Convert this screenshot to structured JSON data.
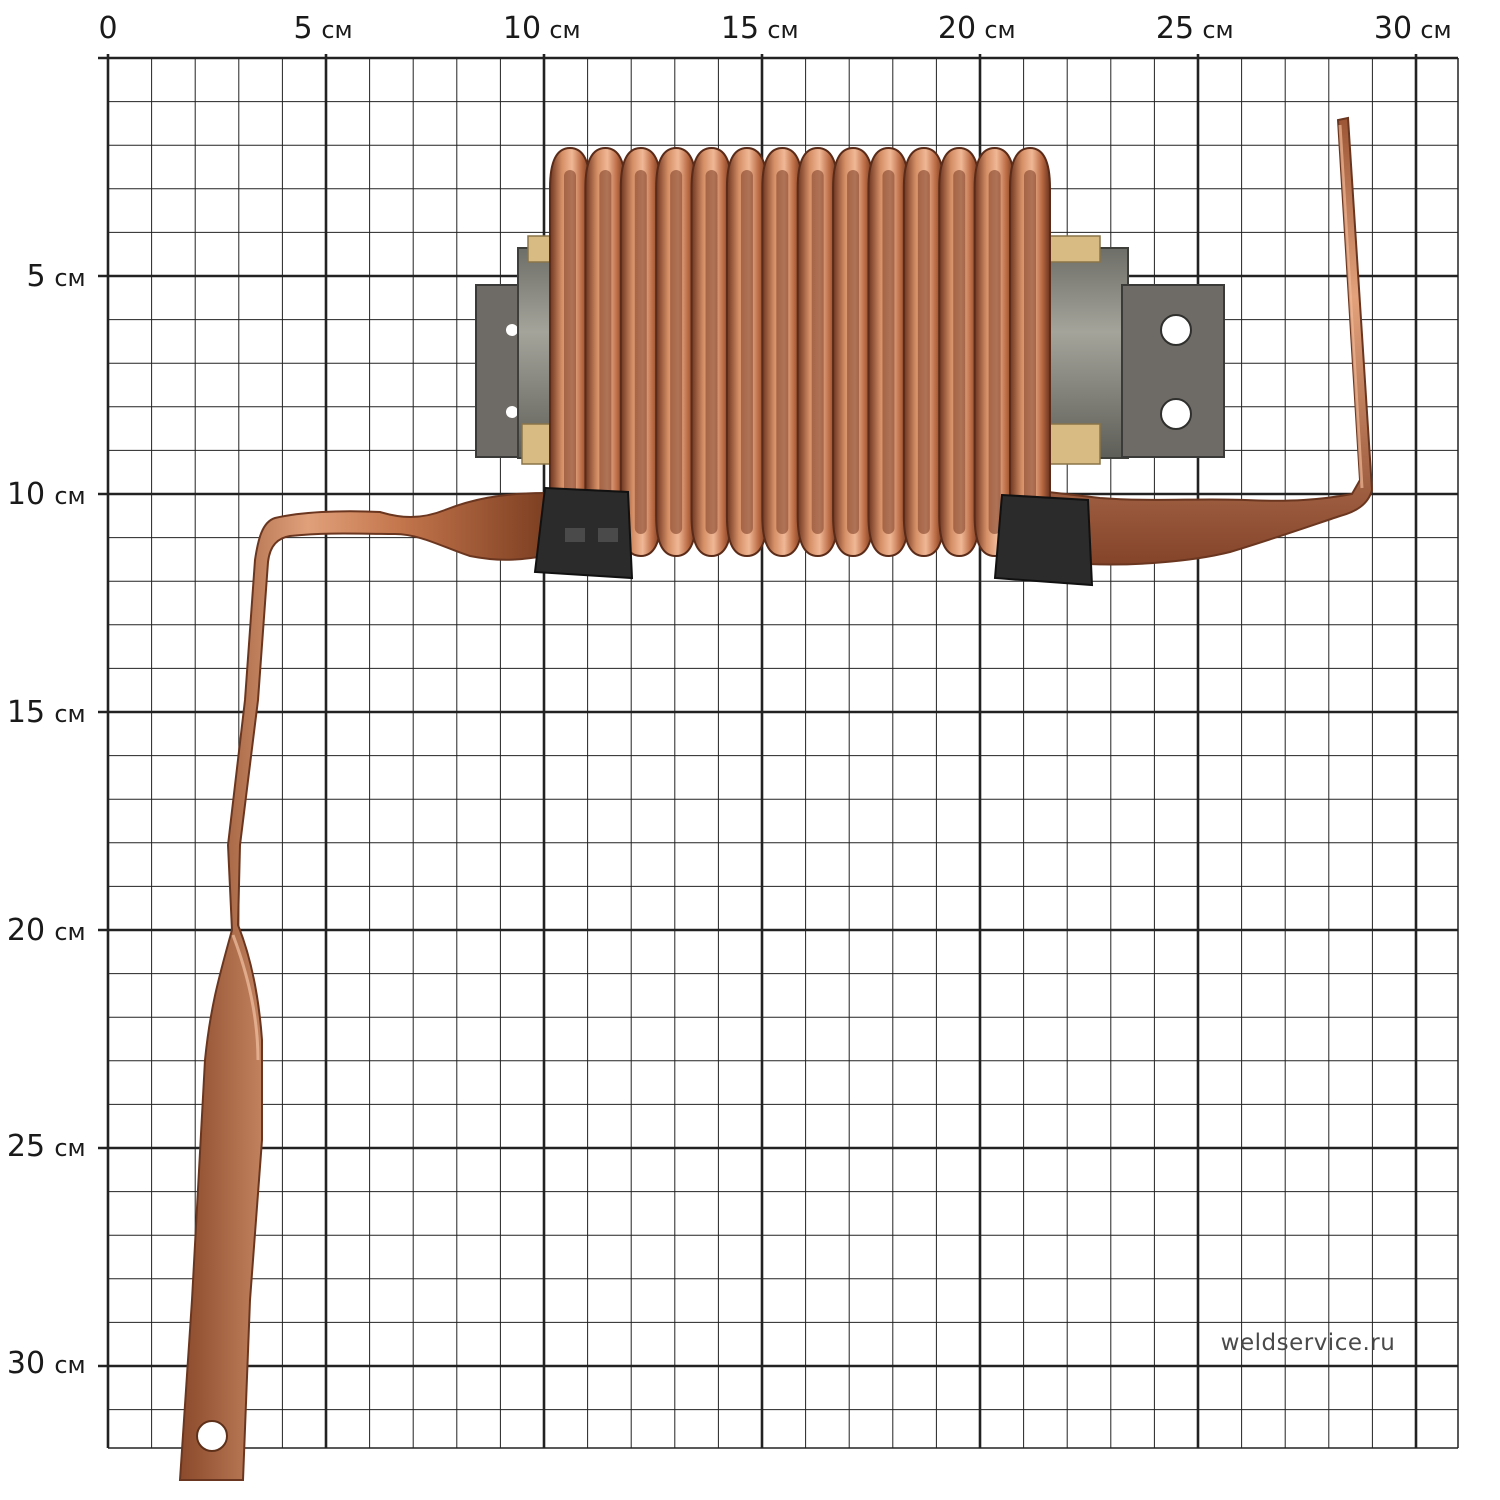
{
  "grid": {
    "unit": "см",
    "top_labels": [
      "0",
      "5",
      "10",
      "15",
      "20",
      "25",
      "30"
    ],
    "left_labels": [
      "5",
      "10",
      "15",
      "20",
      "25",
      "30"
    ],
    "minor_step_cm": 1,
    "major_step_cm": 5,
    "line_color": "#222222"
  },
  "watermark": {
    "text": "weldservice.ru"
  },
  "object": {
    "name": "copper-coil-inductor",
    "turn_count": 14,
    "copper_color": "#c77b52",
    "core_color": "#8d8d85",
    "bracket_color": "#6e6b66",
    "spacer_color": "#d8bb82",
    "clamp_color": "#2b2b2b"
  }
}
